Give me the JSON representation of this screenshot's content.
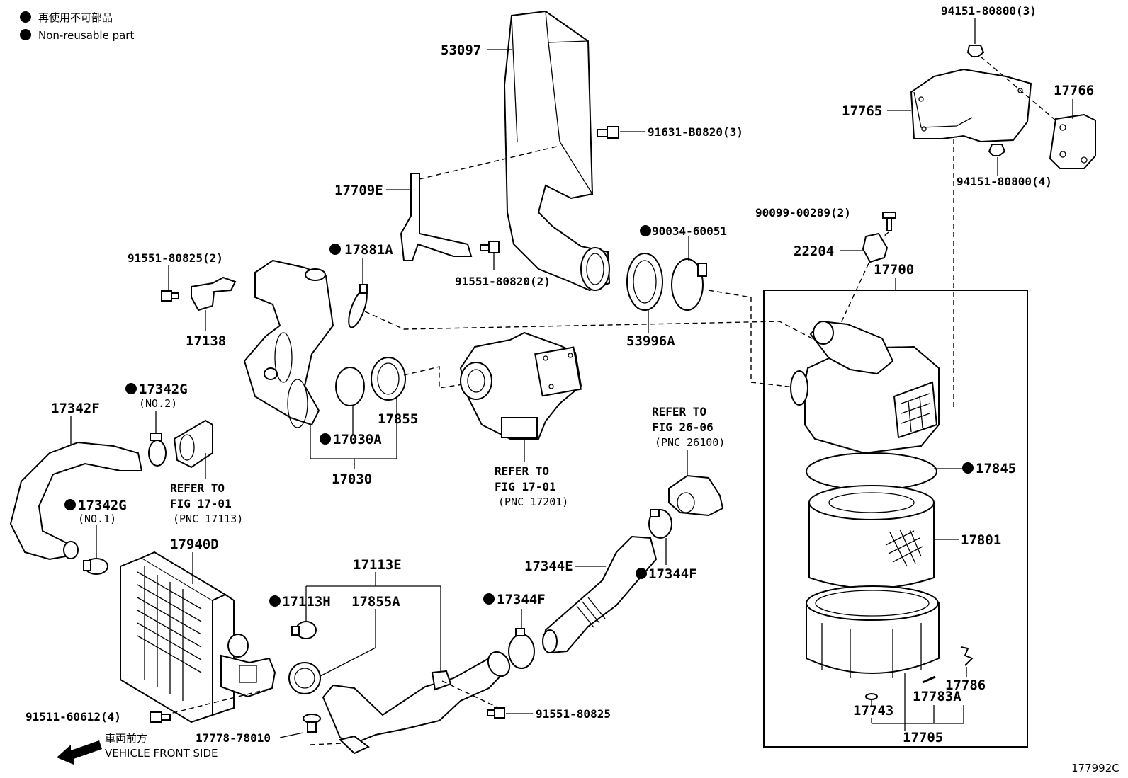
{
  "legend": {
    "line1": "再使用不可部品",
    "line2": "Non-reusable part"
  },
  "labels": {
    "p53097": "53097",
    "p91631": "91631-B0820(3)",
    "p17709E": "17709E",
    "p91551_80820": "91551-80820(2)",
    "p17881A": "17881A",
    "p90034": "90034-60051",
    "p53996A": "53996A",
    "p91551_80825_2": "91551-80825(2)",
    "p17138": "17138",
    "p17342F": "17342F",
    "p17342G_no2": "17342G",
    "p17342G_no2_sub": "(NO.2)",
    "p17342G_no1": "17342G",
    "p17342G_no1_sub": "(NO.1)",
    "p17030A": "17030A",
    "p17855": "17855",
    "p17030": "17030",
    "p17940D": "17940D",
    "p17113E": "17113E",
    "p17113H": "17113H",
    "p17855A": "17855A",
    "p17344F_a": "17344F",
    "p17344E": "17344E",
    "p17344F_b": "17344F",
    "p91511": "91511-60612(4)",
    "p17778": "17778-78010",
    "p91551_80825": "91551-80825",
    "p94151_3": "94151-80800(3)",
    "p17765": "17765",
    "p17766": "17766",
    "p94151_4": "94151-80800(4)",
    "p90099": "90099-00289(2)",
    "p22204": "22204",
    "p17700": "17700",
    "p17845": "17845",
    "p17801": "17801",
    "p17786": "17786",
    "p17743": "17743",
    "p17783A": "17783A",
    "p17705": "17705"
  },
  "refs": {
    "fig17_01_a": {
      "l1": "REFER TO",
      "l2": "FIG 17-01",
      "l3": "(PNC 17113)"
    },
    "fig17_01_b": {
      "l1": "REFER TO",
      "l2": "FIG 17-01",
      "l3": "(PNC 17201)"
    },
    "fig26_06": {
      "l1": "REFER TO",
      "l2": "FIG 26-06",
      "l3": "(PNC 26100)"
    }
  },
  "front": {
    "jp": "車両前方",
    "en": "VEHICLE FRONT SIDE"
  },
  "figure_code": "177992C"
}
